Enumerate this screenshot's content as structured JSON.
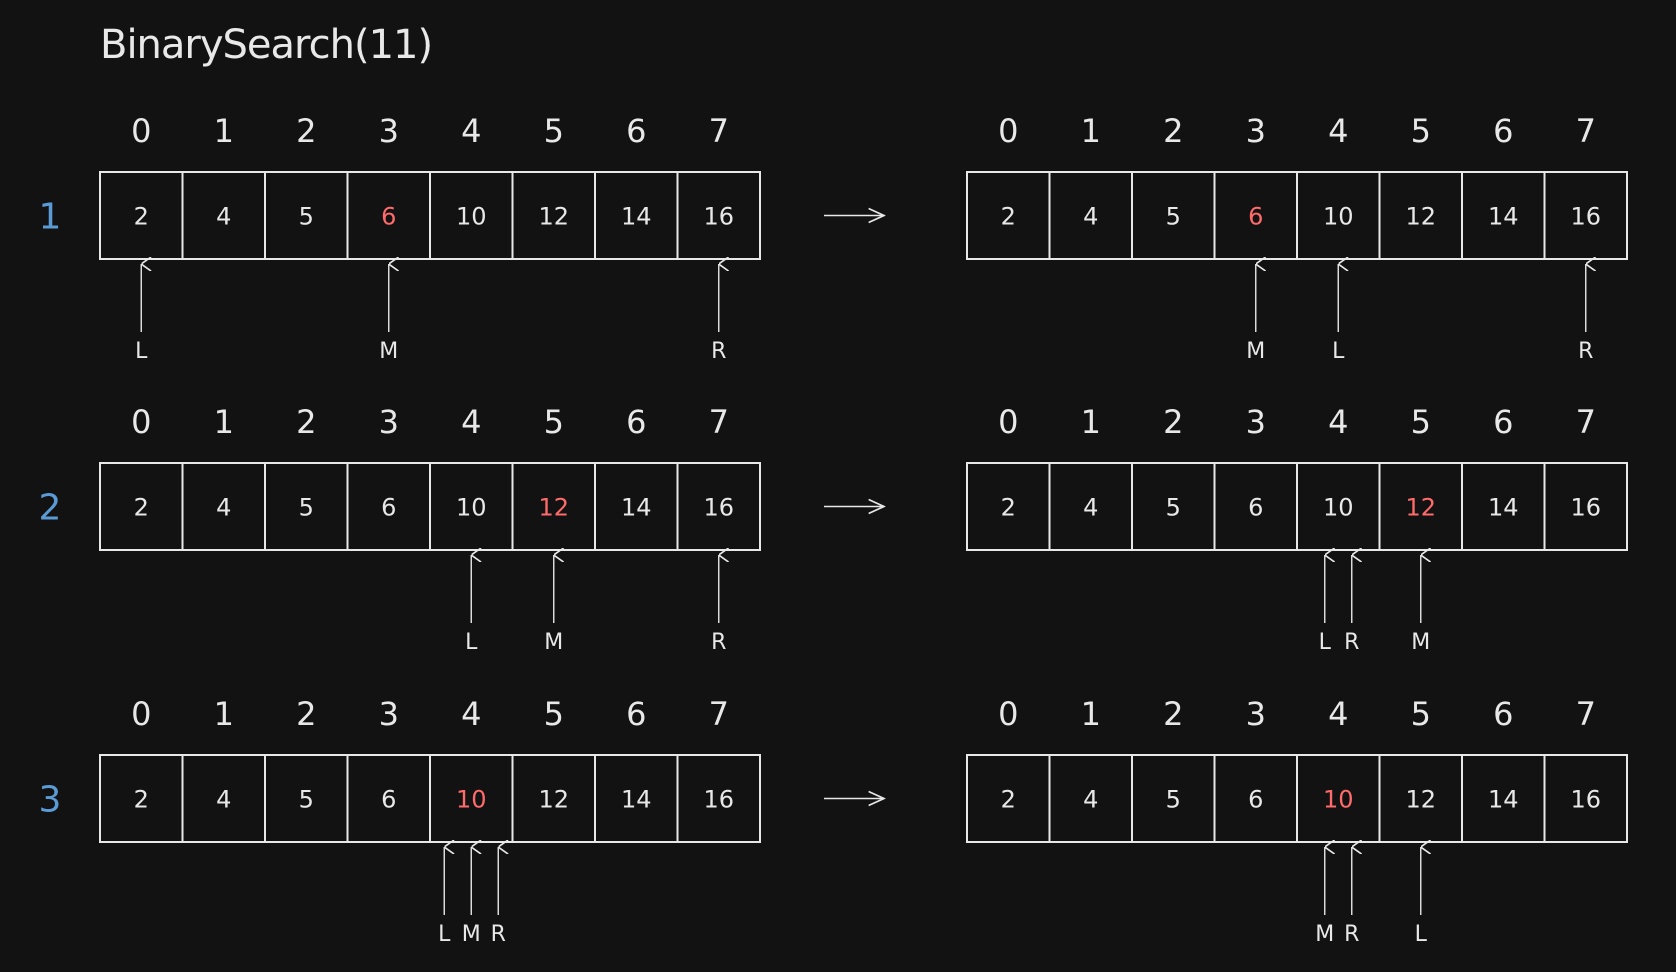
{
  "title": "BinarySearch(11)",
  "colors": {
    "background": "#121212",
    "stroke": "#e8e8e8",
    "highlight": "#ff6b6b",
    "step_label": "#5b9bd5"
  },
  "indices": [
    "0",
    "1",
    "2",
    "3",
    "4",
    "5",
    "6",
    "7"
  ],
  "array": [
    "2",
    "4",
    "5",
    "6",
    "10",
    "12",
    "14",
    "16"
  ],
  "steps": [
    {
      "label": "1",
      "before": {
        "highlight_index": 3,
        "pointers": [
          {
            "label": "L",
            "index": 0
          },
          {
            "label": "M",
            "index": 3
          },
          {
            "label": "R",
            "index": 7
          }
        ]
      },
      "after": {
        "highlight_index": 3,
        "pointers": [
          {
            "label": "M",
            "index": 3
          },
          {
            "label": "L",
            "index": 4
          },
          {
            "label": "R",
            "index": 7
          }
        ]
      }
    },
    {
      "label": "2",
      "before": {
        "highlight_index": 5,
        "pointers": [
          {
            "label": "L",
            "index": 4
          },
          {
            "label": "M",
            "index": 5
          },
          {
            "label": "R",
            "index": 7
          }
        ]
      },
      "after": {
        "highlight_index": 5,
        "pointers": [
          {
            "label": "L",
            "index": 4
          },
          {
            "label": "R",
            "index": 4
          },
          {
            "label": "M",
            "index": 5
          }
        ]
      }
    },
    {
      "label": "3",
      "before": {
        "highlight_index": 4,
        "pointers": [
          {
            "label": "L",
            "index": 4
          },
          {
            "label": "M",
            "index": 4
          },
          {
            "label": "R",
            "index": 4
          }
        ]
      },
      "after": {
        "highlight_index": 4,
        "pointers": [
          {
            "label": "M",
            "index": 4
          },
          {
            "label": "R",
            "index": 4
          },
          {
            "label": "L",
            "index": 5
          }
        ]
      }
    }
  ]
}
